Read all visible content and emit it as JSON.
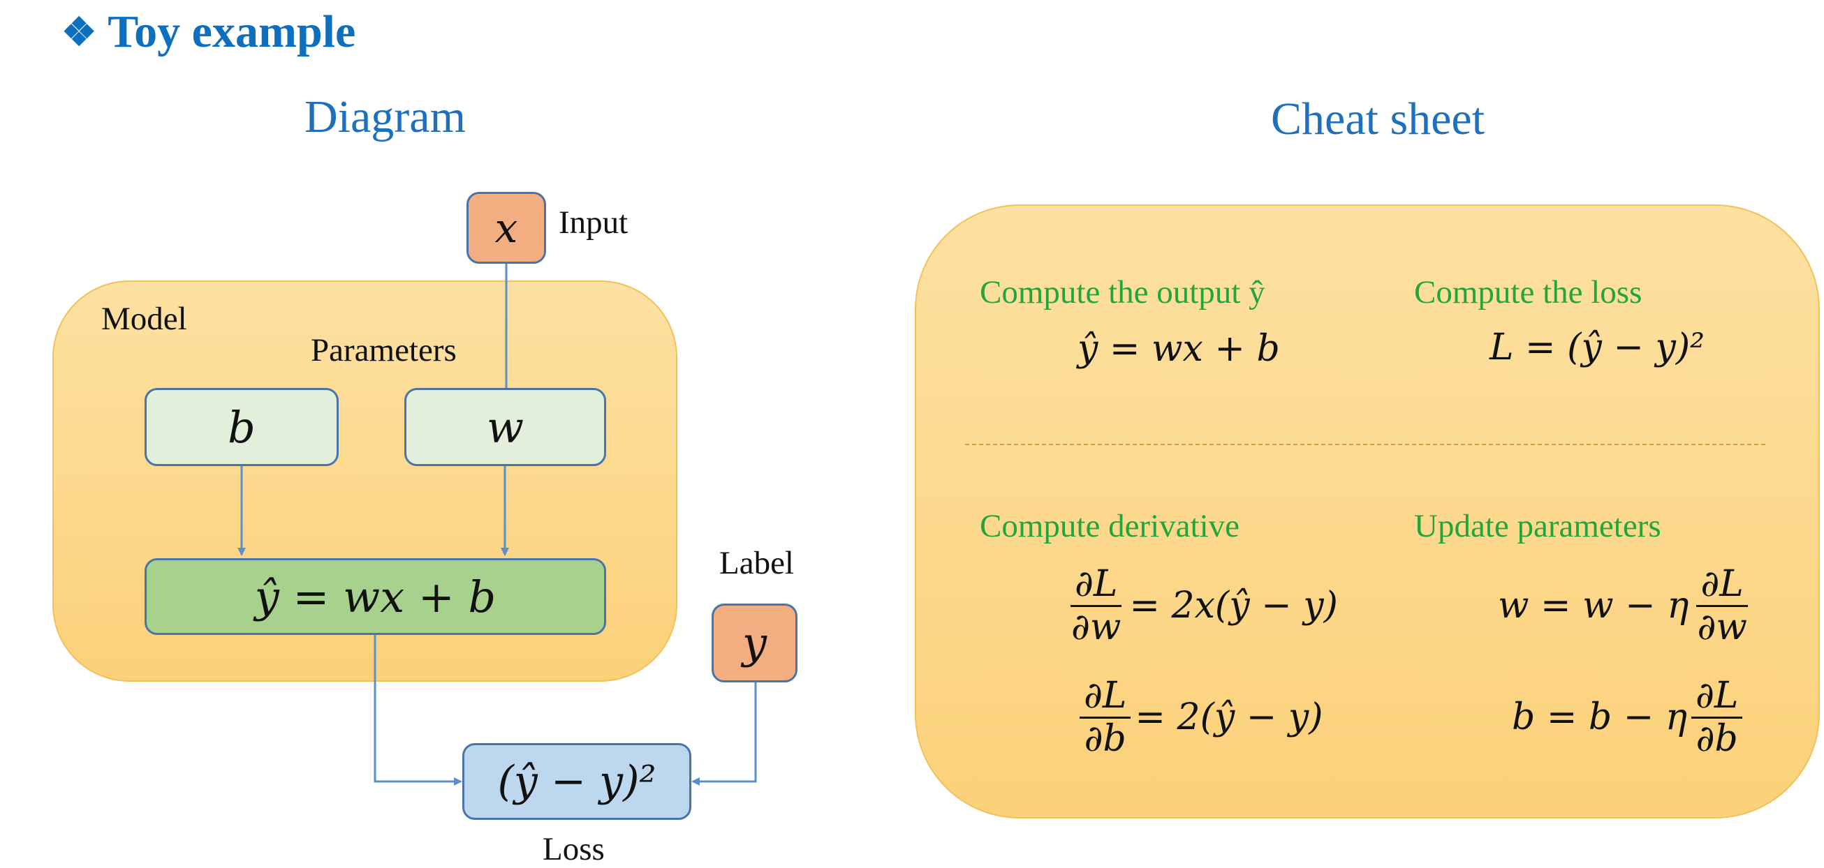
{
  "heading": {
    "bullet": "❖",
    "title": "Toy example"
  },
  "diagram": {
    "title": "Diagram",
    "input_node": "x",
    "input_label": "Input",
    "model_label": "Model",
    "parameters_label": "Parameters",
    "param_b": "b",
    "param_w": "w",
    "output_node": "ŷ = wx + b",
    "label_node": "y",
    "label_text": "Label",
    "loss_node": "(ŷ − y)²",
    "loss_label": "Loss"
  },
  "cheatsheet": {
    "title": "Cheat sheet",
    "output": {
      "title": "Compute the output ŷ",
      "eq": "ŷ = wx + b"
    },
    "loss": {
      "title": "Compute the loss",
      "eq": "L = (ŷ − y)²"
    },
    "derivative": {
      "title": "Compute derivative",
      "eq1": {
        "num": "∂L",
        "den": "∂w",
        "rhs": "= 2x(ŷ − y)"
      },
      "eq2": {
        "num": "∂L",
        "den": "∂b",
        "rhs": "= 2(ŷ − y)"
      }
    },
    "update": {
      "title": "Update parameters",
      "eq1": {
        "lhs": "w = w − η",
        "num": "∂L",
        "den": "∂w"
      },
      "eq2": {
        "lhs": "b = b − η",
        "num": "∂L",
        "den": "∂b"
      }
    }
  },
  "colors": {
    "accent_blue": "#0f6fbf",
    "title_green": "#22a63c",
    "box_orange": "#fbd17a",
    "node_salmon": "#f2ad80",
    "param_green": "#e2efda",
    "output_green": "#a9d18e",
    "loss_blue": "#bdd7ee",
    "edge_blue": "#5b8fc9"
  }
}
